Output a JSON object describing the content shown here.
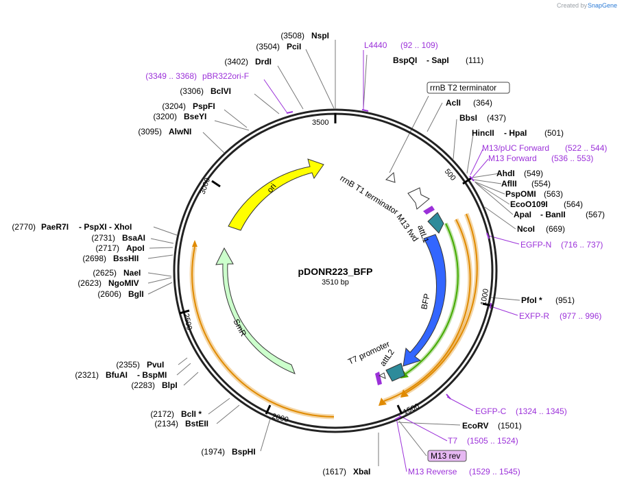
{
  "credit": {
    "created_by": "Created by",
    "brand": "SnapGene"
  },
  "plasmid": {
    "name": "pDONR223_BFP",
    "size": "3510 bp"
  },
  "ticks": [
    "500",
    "1000",
    "1500",
    "2000",
    "2500",
    "3000",
    "3500"
  ],
  "features": {
    "ori": "ori",
    "smr": "SmR",
    "bfp": "BFP",
    "attl1": "attL1",
    "attl2": "attL2",
    "m13fwd": "M13 fwd",
    "t7promoter": "T7 promoter",
    "rrnbt1": "rrnB T1 terminator",
    "rrnbt2": "rrnB T2 terminator",
    "m13rev": "M13 rev"
  },
  "sites": [
    {
      "name": "NspI",
      "pos": "(3508)"
    },
    {
      "name": "PciI",
      "pos": "(3504)"
    },
    {
      "name": "DrdI",
      "pos": "(3402)"
    },
    {
      "name": "BclVI",
      "pos": "(3306)"
    },
    {
      "name": "PspFI",
      "pos": "(3204)"
    },
    {
      "name": "BseYI",
      "pos": "(3200)"
    },
    {
      "name": "AlwNI",
      "pos": "(3095)"
    },
    {
      "name": "PaeR7I",
      "pos": "(2770)",
      "extra": "- PspXI  - XhoI"
    },
    {
      "name": "BsaAI",
      "pos": "(2731)"
    },
    {
      "name": "ApoI",
      "pos": "(2717)"
    },
    {
      "name": "BssHII",
      "pos": "(2698)"
    },
    {
      "name": "NaeI",
      "pos": "(2625)"
    },
    {
      "name": "NgoMIV",
      "pos": "(2623)"
    },
    {
      "name": "BglI",
      "pos": "(2606)"
    },
    {
      "name": "PvuI",
      "pos": "(2355)"
    },
    {
      "name": "BfuAI",
      "pos": "(2321)",
      "extra": "- BspMI"
    },
    {
      "name": "BlpI",
      "pos": "(2283)"
    },
    {
      "name": "BclI *",
      "pos": "(2172)"
    },
    {
      "name": "BstEII",
      "pos": "(2134)"
    },
    {
      "name": "BspHI",
      "pos": "(1974)"
    },
    {
      "name": "XbaI",
      "pos": "(1617)"
    },
    {
      "name": "BspQI",
      "pos": "(111)",
      "extra": "- SapI"
    },
    {
      "name": "AclI",
      "pos": "(364)"
    },
    {
      "name": "BbsI",
      "pos": "(437)"
    },
    {
      "name": "HincII",
      "pos": "(501)",
      "extra": "- HpaI"
    },
    {
      "name": "AhdI",
      "pos": "(549)"
    },
    {
      "name": "AflII",
      "pos": "(554)"
    },
    {
      "name": "PspOMI",
      "pos": "(563)"
    },
    {
      "name": "EcoO109I",
      "pos": "(564)"
    },
    {
      "name": "ApaI",
      "pos": "(567)",
      "extra": "- BanII"
    },
    {
      "name": "NcoI",
      "pos": "(669)"
    },
    {
      "name": "PfoI *",
      "pos": "(951)"
    },
    {
      "name": "EcoRV",
      "pos": "(1501)"
    }
  ],
  "primers": [
    {
      "name": "L4440",
      "range": "(92 .. 109)"
    },
    {
      "name": "pBR322ori-F",
      "range": "(3349 .. 3368)"
    },
    {
      "name": "M13/pUC Forward",
      "range": "(522 .. 544)"
    },
    {
      "name": "M13 Forward",
      "range": "(536 .. 553)"
    },
    {
      "name": "EGFP-N",
      "range": "(716 .. 737)"
    },
    {
      "name": "EXFP-R",
      "range": "(977 .. 996)"
    },
    {
      "name": "EGFP-C",
      "range": "(1324 .. 1345)"
    },
    {
      "name": "T7",
      "range": "(1505 .. 1524)"
    },
    {
      "name": "M13 Reverse",
      "range": "(1529 .. 1545)"
    }
  ],
  "colors": {
    "backbone": "#222222",
    "ori": "#ffff00",
    "smr": "#ccffcc",
    "bfp": "#3366ff",
    "att": "#2e8b9a",
    "primer": "#9b30d9",
    "orf_orange": "#e08a00",
    "orf_green": "#44aa00",
    "m13rev_fill": "#e6b8f2"
  }
}
